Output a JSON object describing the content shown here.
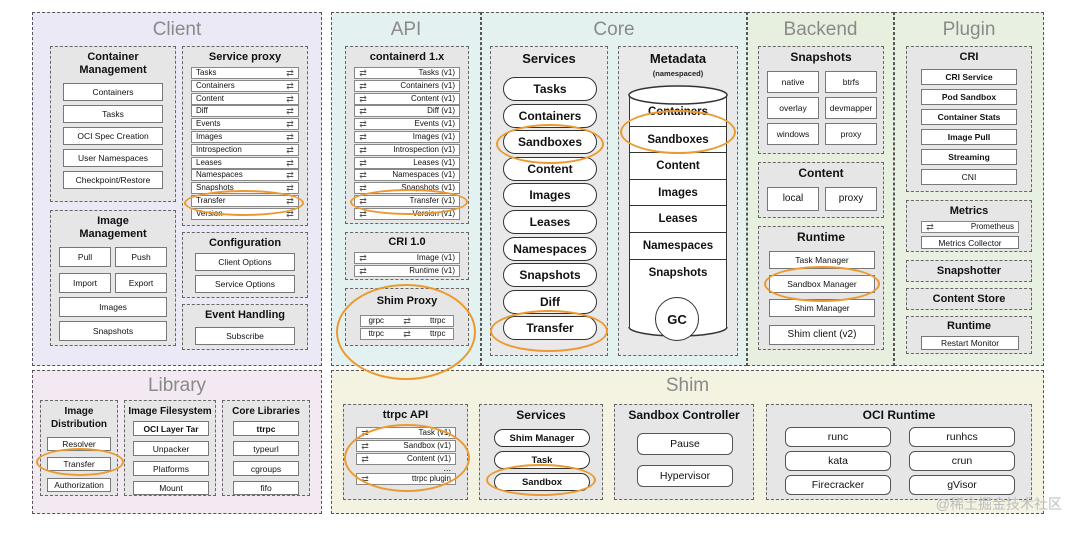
{
  "regions": {
    "client": "Client",
    "api": "API",
    "core": "Core",
    "backend": "Backend",
    "plugin": "Plugin",
    "library": "Library",
    "shim": "Shim"
  },
  "client": {
    "container_mgmt": {
      "title": "Container\nManagement",
      "items": [
        "Containers",
        "Tasks",
        "OCI Spec Creation",
        "User Namespaces",
        "Checkpoint/Restore"
      ]
    },
    "service_proxy": {
      "title": "Service proxy",
      "items": [
        "Tasks",
        "Containers",
        "Content",
        "Diff",
        "Events",
        "Images",
        "Introspection",
        "Leases",
        "Namespaces",
        "Snapshots",
        "Transfer",
        "Version"
      ]
    },
    "image_mgmt": {
      "title": "Image\nManagement",
      "pull": "Pull",
      "push": "Push",
      "import": "Import",
      "export": "Export",
      "images": "Images",
      "snapshots": "Snapshots"
    },
    "configuration": {
      "title": "Configuration",
      "items": [
        "Client Options",
        "Service Options"
      ]
    },
    "event_handling": {
      "title": "Event Handling",
      "items": [
        "Subscribe"
      ]
    }
  },
  "api": {
    "containerd": {
      "title": "containerd 1.x",
      "items": [
        "Tasks (v1)",
        "Containers (v1)",
        "Content (v1)",
        "Diff (v1)",
        "Events (v1)",
        "Images (v1)",
        "Introspection (v1)",
        "Leases (v1)",
        "Namespaces (v1)",
        "Snapshots (v1)",
        "Transfer (v1)",
        "Version (v1)"
      ]
    },
    "cri": {
      "title": "CRI 1.0",
      "items": [
        "Image (v1)",
        "Runtime (v1)"
      ]
    },
    "shim_proxy": {
      "title": "Shim Proxy",
      "rows": [
        [
          "grpc",
          "ttrpc"
        ],
        [
          "ttrpc",
          "ttrpc"
        ]
      ]
    }
  },
  "core": {
    "services": {
      "title": "Services",
      "items": [
        "Tasks",
        "Containers",
        "Sandboxes",
        "Content",
        "Images",
        "Leases",
        "Namespaces",
        "Snapshots",
        "Diff",
        "Transfer"
      ]
    },
    "metadata": {
      "title": "Metadata",
      "subtitle": "(namespaced)",
      "items": [
        "Containers",
        "Sandboxes",
        "Content",
        "Images",
        "Leases",
        "Namespaces",
        "Snapshots"
      ],
      "gc": "GC"
    }
  },
  "backend": {
    "snapshots": {
      "title": "Snapshots",
      "items": [
        "native",
        "btrfs",
        "overlay",
        "devmapper",
        "windows",
        "proxy"
      ]
    },
    "content": {
      "title": "Content",
      "items": [
        "local",
        "proxy"
      ]
    },
    "runtime": {
      "title": "Runtime",
      "items": [
        "Task Manager",
        "Sandbox Manager",
        "Shim Manager",
        "Shim client (v2)"
      ]
    }
  },
  "plugin": {
    "cri": {
      "title": "CRI",
      "items": [
        "CRI Service",
        "Pod Sandbox",
        "Container Stats",
        "Image Pull",
        "Streaming",
        "CNI"
      ]
    },
    "metrics": {
      "title": "Metrics",
      "items": [
        "Prometheus",
        "Metrics Collector"
      ]
    },
    "snapshotter": "Snapshotter",
    "content_store": "Content Store",
    "runtime": {
      "title": "Runtime",
      "items": [
        "Restart Monitor"
      ]
    }
  },
  "library": {
    "image_distribution": {
      "title": "Image\nDistribution",
      "items": [
        "Resolver",
        "Transfer",
        "Authorization"
      ]
    },
    "image_filesystem": {
      "title": "Image Filesystem",
      "items": [
        "OCI Layer Tar",
        "Unpacker",
        "Platforms",
        "Mount"
      ]
    },
    "core_libraries": {
      "title": "Core Libraries",
      "items": [
        "ttrpc",
        "typeurl",
        "cgroups",
        "fifo"
      ]
    }
  },
  "shim": {
    "ttrpc_api": {
      "title": "ttrpc API",
      "items": [
        "Task (v1)",
        "Sandbox (v1)",
        "Content (v1)",
        "...",
        "ttrpc plugin"
      ]
    },
    "services": {
      "title": "Services",
      "items": [
        "Shim Manager",
        "Task",
        "Sandbox"
      ]
    },
    "sandbox_controller": {
      "title": "Sandbox Controller",
      "items": [
        "Pause",
        "Hypervisor"
      ]
    },
    "oci_runtime": {
      "title": "OCI Runtime",
      "items": [
        "runc",
        "runhcs",
        "kata",
        "crun",
        "Firecracker",
        "gVisor"
      ]
    }
  },
  "watermark": "@稀土掘金技术社区",
  "colors": {
    "client_bg": "#ece9f6",
    "api_bg": "#e3f1f0",
    "core_bg": "#e4f2ef",
    "backend_bg": "#e7f0de",
    "plugin_bg": "#e8f1e1",
    "library_bg": "#f3e9f2",
    "shim_bg": "#f4f2e1",
    "highlight": "#ec9a2f"
  }
}
